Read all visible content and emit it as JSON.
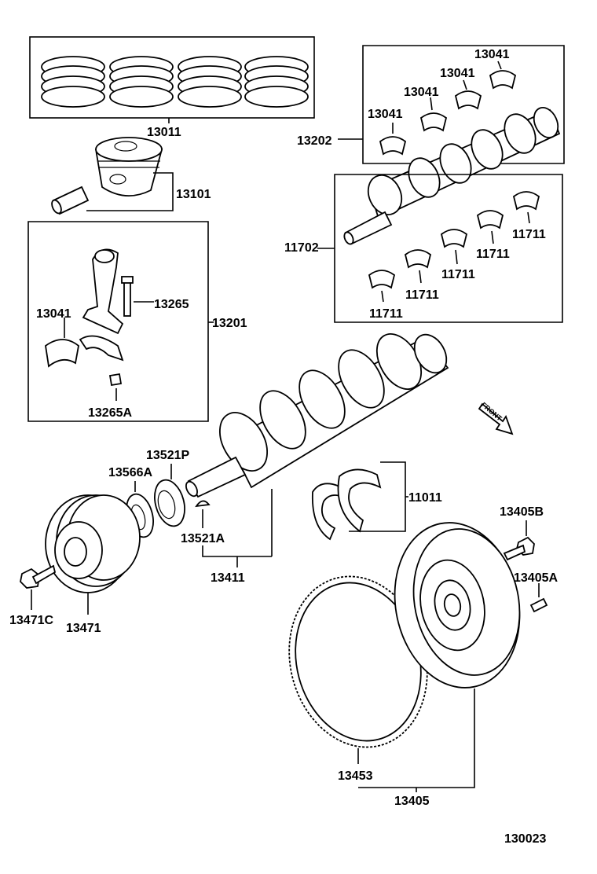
{
  "diagram": {
    "labels": {
      "p13011": "13011",
      "p13101": "13101",
      "p13202": "13202",
      "p13041_a": "13041",
      "p13041_b": "13041",
      "p13041_c": "13041",
      "p13041_d": "13041",
      "p13041_e": "13041",
      "p11702": "11702",
      "p11711_a": "11711",
      "p11711_b": "11711",
      "p11711_c": "11711",
      "p11711_d": "11711",
      "p11711_e": "11711",
      "p13265": "13265",
      "p13201": "13201",
      "p13265A": "13265A",
      "p13521P": "13521P",
      "p13566A": "13566A",
      "p11011": "11011",
      "p13405B": "13405B",
      "p13405A": "13405A",
      "p13521A": "13521A",
      "p13411": "13411",
      "p13471C": "13471C",
      "p13471": "13471",
      "p13453": "13453",
      "p13405": "13405",
      "front": "FRONT",
      "figure_id": "130023"
    }
  }
}
